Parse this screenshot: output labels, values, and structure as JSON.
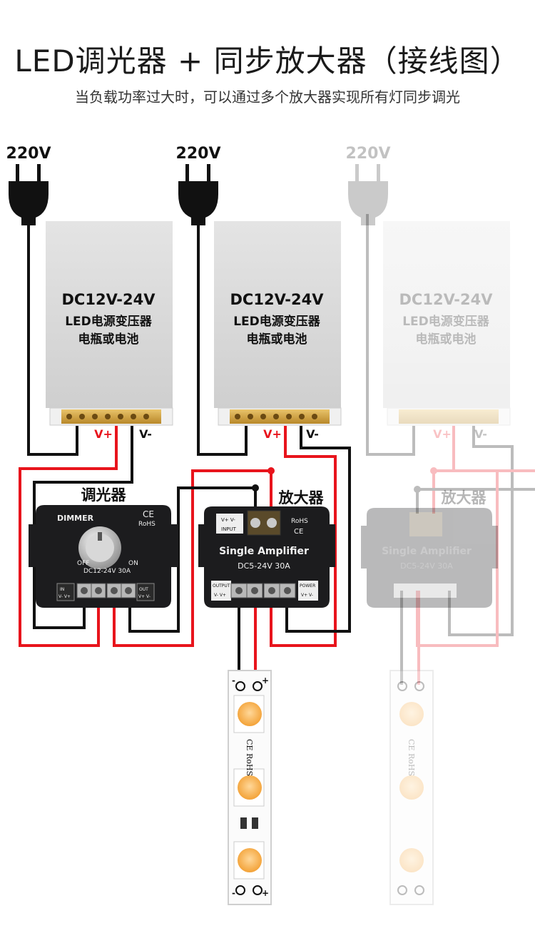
{
  "header": {
    "title": "LED调光器 + 同步放大器（接线图）",
    "subtitle": "当负载功率过大时，可以通过多个放大器实现所有灯同步调光"
  },
  "power_supplies": [
    {
      "mains": "220V",
      "voltage": "DC12V-24V",
      "line1": "LED电源变压器",
      "line2": "电瓶或电池",
      "vplus": "V+",
      "vminus": "V-"
    },
    {
      "mains": "220V",
      "voltage": "DC12V-24V",
      "line1": "LED电源变压器",
      "line2": "电瓶或电池",
      "vplus": "V+",
      "vminus": "V-"
    },
    {
      "mains": "220V",
      "voltage": "DC12V-24V",
      "line1": "LED电源变压器",
      "line2": "电瓶或电池",
      "vplus": "V+",
      "vminus": "V-"
    }
  ],
  "dimmer": {
    "caption": "调光器",
    "brand": "DIMMER",
    "ce": "CE",
    "rohs": "RoHS",
    "off": "OFF",
    "on": "ON",
    "spec": "DC12-24V  30A",
    "in_label": "IN",
    "in_pins": "V- V+",
    "out_label": "OUT",
    "out_pins": "V+ V-"
  },
  "amplifier": {
    "caption": "放大器",
    "input_label": "INPUT",
    "input_pins": "V+ V-",
    "rohs": "RoHS",
    "ce": "CE",
    "name": "Single Amplifier",
    "spec": "DC5-24V  30A",
    "output_label": "OUTPUT",
    "output_pins": "V- V+",
    "power_label": "POWER",
    "power_pins": "V+ V-"
  },
  "strip": {
    "pin_minus": "-",
    "pin_plus": "+",
    "marking": "CE RoHS"
  },
  "colors": {
    "red_wire": "#e8141c",
    "black_wire": "#111111",
    "psu_body": "#d9d9d9",
    "module_body": "#1c1c1e",
    "led": "#f7b24a"
  }
}
